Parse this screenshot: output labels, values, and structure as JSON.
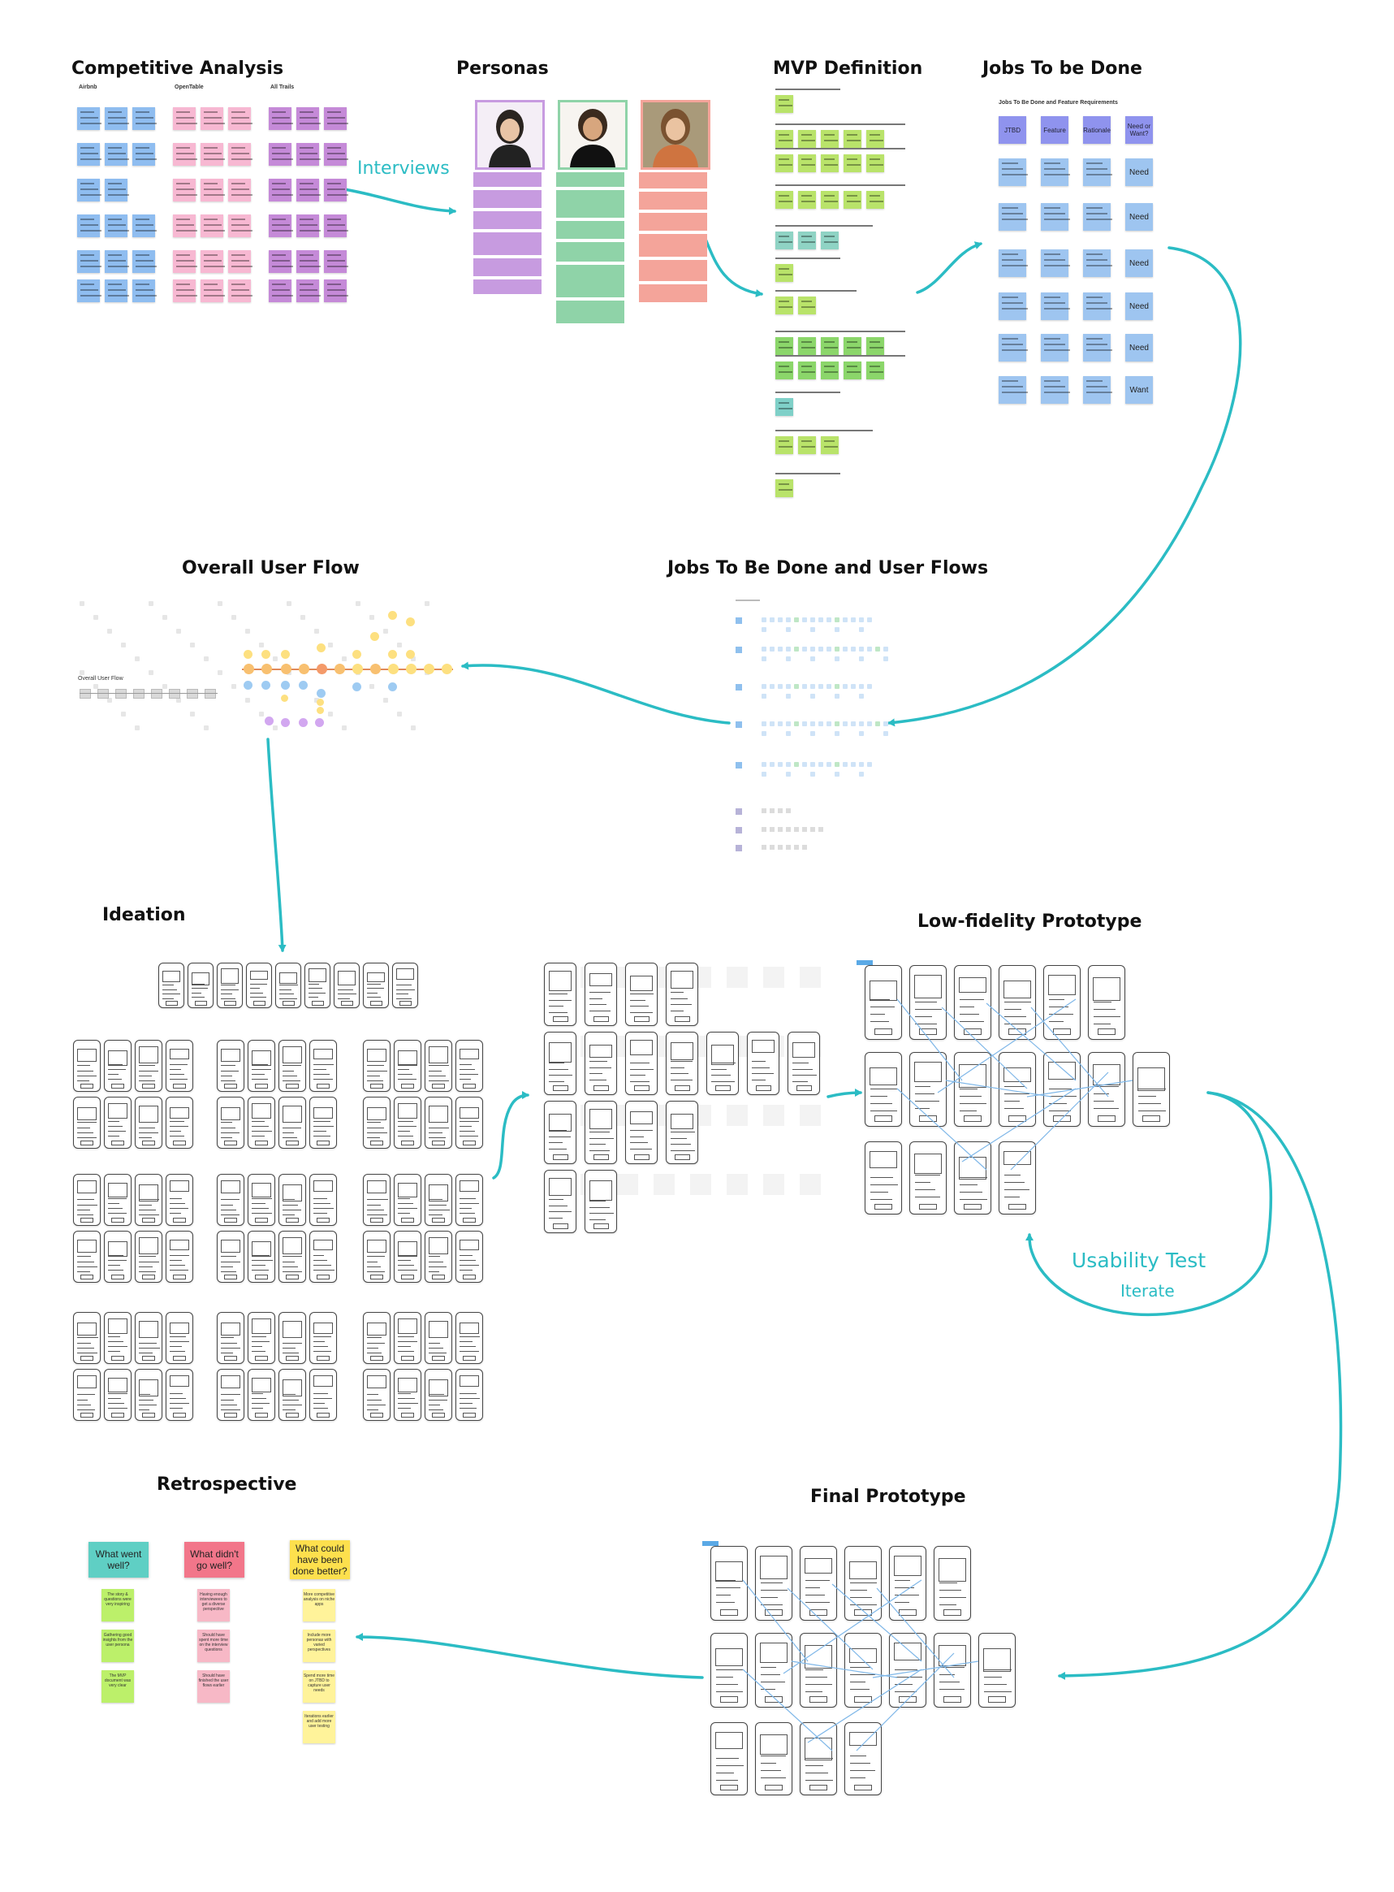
{
  "sections": {
    "competitive_analysis": "Competitive Analysis",
    "personas": "Personas",
    "mvp_definition": "MVP Definition",
    "jobs_to_be_done": "Jobs To be Done",
    "overall_user_flow": "Overall User Flow",
    "jobs_and_user_flows": "Jobs To Be Done and User Flows",
    "ideation": "Ideation",
    "low_fidelity_prototype": "Low-fidelity Prototype",
    "retrospective": "Retrospective",
    "final_prototype": "Final Prototype"
  },
  "flow_labels": {
    "interviews": "Interviews",
    "usability_test": "Usability Test",
    "iterate": "Iterate"
  },
  "competitive_columns": [
    "Airbnb",
    "OpenTable",
    "All Trails"
  ],
  "jtbd_board": {
    "subtitle": "Jobs To Be Done and Feature Requirements",
    "headers": [
      "JTBD",
      "Feature",
      "Rationale",
      "Need or Want?"
    ],
    "needs": [
      "Need",
      "Need",
      "Need",
      "Need",
      "Need",
      "Want"
    ]
  },
  "overall_flow_small_label": "Overall User Flow",
  "retrospective": {
    "headers": [
      "What went well?",
      "What didn't go well?",
      "What could have been done better?"
    ],
    "went_well": [
      "The story & questions were very inspiring",
      "Gathering good insights from the user persona",
      "The MVP document was very clear"
    ],
    "didnt_go_well": [
      "Having enough interviewees to get a diverse perspective",
      "Should have spent more time on the interview questions",
      "Should have finished the user flows earlier"
    ],
    "done_better": [
      "More competitive analysis on niche apps",
      "Include more personas with varied perspectives",
      "Spend more time on JTBD to capture user needs",
      "Iterations earlier and add more user testing"
    ]
  },
  "colors": {
    "accent": "#2bbcc4",
    "competitive_blue": "#8fbdf0",
    "competitive_pink": "#f7b8d2",
    "competitive_purple": "#c58ad8",
    "persona_purple": "#c79be0",
    "persona_green": "#8fd3a8",
    "persona_red": "#f4a49a",
    "mvp_green": "#b9e36a",
    "jtbd_purple": "#8f93ee",
    "jtbd_blue": "#9ec5f0",
    "flow_orange": "#f8c070",
    "flow_yellow": "#fde080",
    "flow_purple": "#d2a7f0",
    "retro_teal": "#5fcfc4",
    "retro_red": "#f2768a",
    "retro_yellow": "#fde04d",
    "retro_green": "#bcf06a",
    "retro_pink": "#f7b8c6",
    "retro_lightyellow": "#fff39a"
  }
}
